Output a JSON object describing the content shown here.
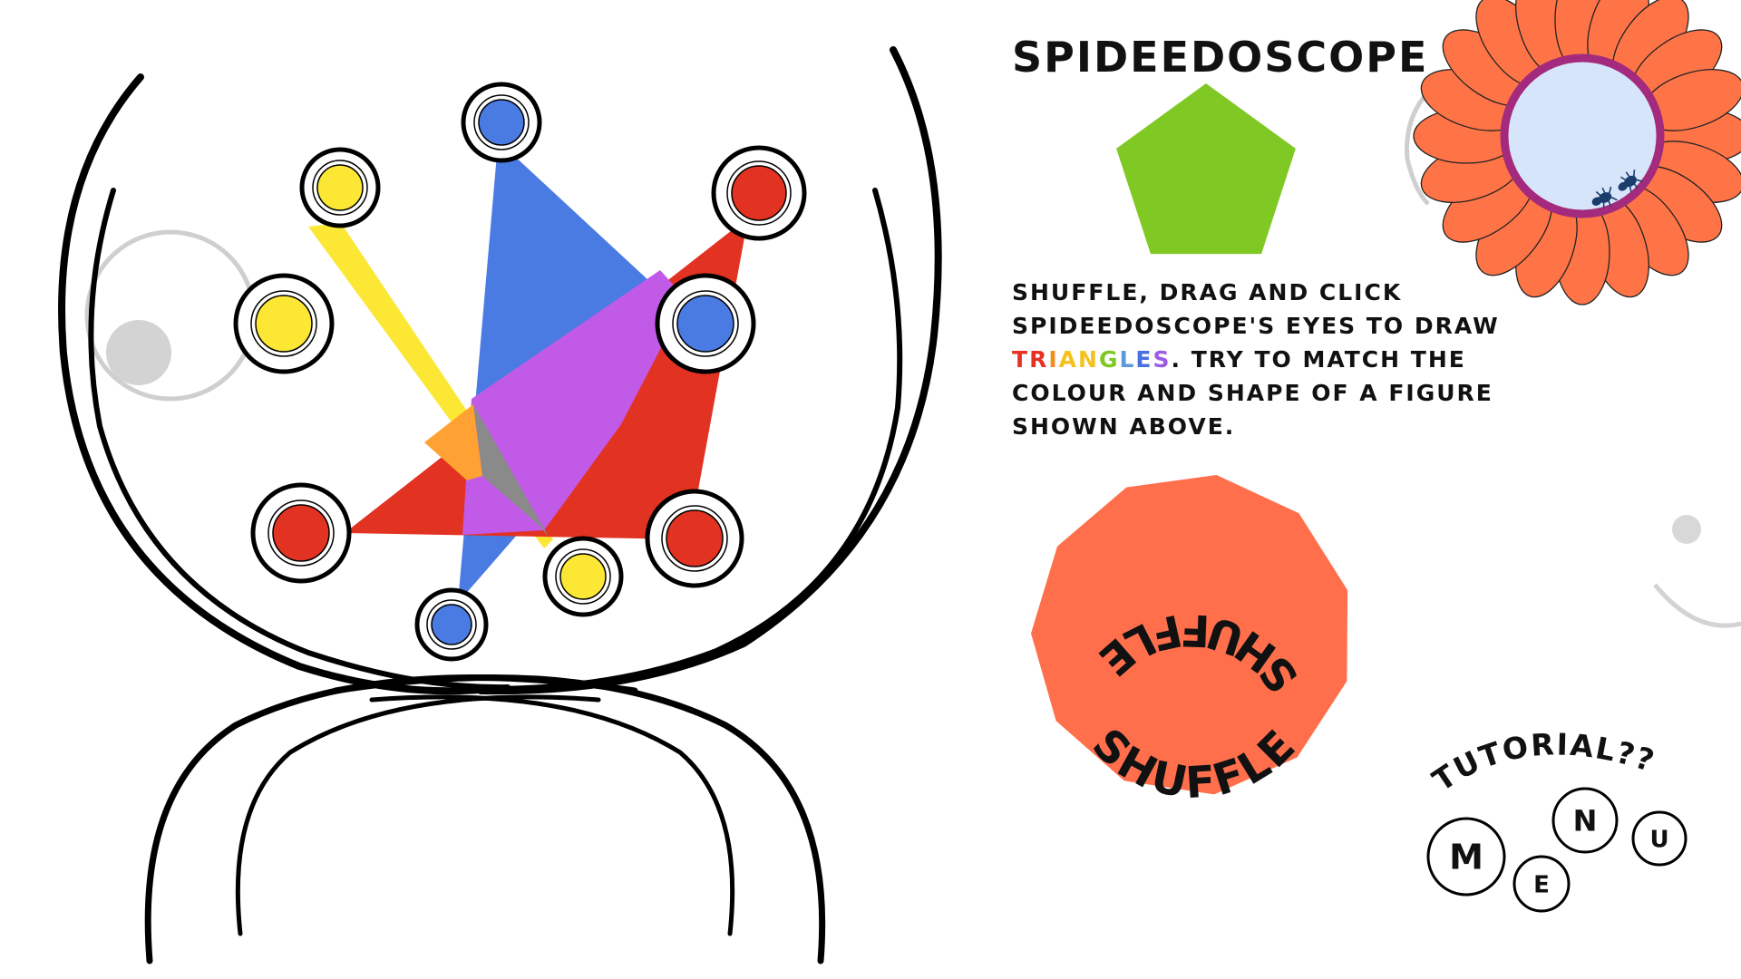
{
  "title": "SPIDEEDOSCOPE",
  "instructions": {
    "before": "SHUFFLE, DRAG AND CLICK SPIDEEDOSCOPE'S EYES TO DRAW ",
    "highlight": "TRIANGLES",
    "after": ". TRY TO MATCH THE COLOUR AND SHAPE OF A FIGURE SHOWN ABOVE."
  },
  "rainbow_colors": [
    "#e63222",
    "#e63222",
    "#f28c1e",
    "#f5c11d",
    "#f5c11d",
    "#7fc924",
    "#5a9ad8",
    "#4a6fe0",
    "#9b5de5"
  ],
  "target_shape": {
    "shape": "pentagon",
    "color": "#80c925"
  },
  "shuffle_button": {
    "label_top": "SHUFFLE",
    "label_bottom": "SHUFFLE",
    "color": "#ff6f4c"
  },
  "tutorial_label": "TUTORIAL??",
  "menu_letters": [
    "M",
    "E",
    "N",
    "U"
  ],
  "colors": {
    "yellow": "#fbe734",
    "blue": "#4a7be3",
    "red": "#e23222",
    "purple": "#c25ae8",
    "orange": "#ffa133",
    "gray": "#8a8a8a",
    "flower_petal": "#ff7447",
    "flower_ring": "#a32a7d",
    "flower_center": "#d7e5fb"
  },
  "eyes": [
    {
      "id": "yellow-top",
      "color": "yellow"
    },
    {
      "id": "blue-top",
      "color": "blue"
    },
    {
      "id": "red-top-right",
      "color": "red"
    },
    {
      "id": "yellow-left",
      "color": "yellow"
    },
    {
      "id": "blue-right",
      "color": "blue"
    },
    {
      "id": "red-left",
      "color": "red"
    },
    {
      "id": "red-right",
      "color": "red"
    },
    {
      "id": "yellow-bottom",
      "color": "yellow"
    },
    {
      "id": "blue-bottom",
      "color": "blue"
    }
  ]
}
